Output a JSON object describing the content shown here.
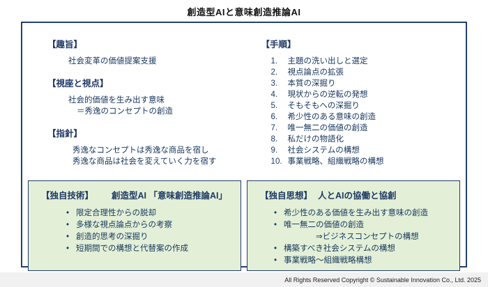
{
  "title": "創造型AIと意味創造推論AI",
  "colors": {
    "frame_border": "#24406e",
    "heading_text": "#1f3864",
    "body_text": "#17365d",
    "green_box_bg": "#e3f0d7",
    "green_box_border": "#203a6b",
    "footer_bg": "#f1f1f2"
  },
  "sections": {
    "purpose": {
      "heading": "【趣旨】",
      "lines": [
        "社会変革の価値提案支援"
      ]
    },
    "viewpoint": {
      "heading": "【視座と視点】",
      "lines": [
        "社会的価値を生み出す意味",
        "＝秀逸のコンセプトの創造"
      ]
    },
    "guideline": {
      "heading": "【指針】",
      "lines": [
        "秀逸なコンセプトは秀逸な商品を宿し",
        "秀逸な商品は社会を変えていく力を宿す"
      ]
    }
  },
  "procedure": {
    "heading": "【手順】",
    "steps": [
      {
        "num": "1.",
        "text": "主題の洗い出しと選定"
      },
      {
        "num": "2.",
        "text": "視点論点の拡張"
      },
      {
        "num": "3.",
        "text": "本質の深掘り"
      },
      {
        "num": "4.",
        "text": "現状からの逆転の発想"
      },
      {
        "num": "5.",
        "text": "そもそもへの深掘り"
      },
      {
        "num": "6.",
        "text": "希少性のある意味の創造"
      },
      {
        "num": "7.",
        "text": "唯一無二の価値の創造"
      },
      {
        "num": "8.",
        "text": "私だけの物語化"
      },
      {
        "num": "9.",
        "text": "社会システムの構想"
      },
      {
        "num": "10.",
        "text": "事業戦略、組織戦略の構想"
      }
    ]
  },
  "tech_box": {
    "heading": "【独自技術】",
    "subtitle": "創造型AI 「意味創造推論AI」",
    "items": [
      {
        "text": "限定合理性からの脱却"
      },
      {
        "text": "多様な視点論点からの考察"
      },
      {
        "text": "創造的思考の深掘り"
      },
      {
        "text": "短期間での構想と代替案の作成"
      }
    ]
  },
  "philosophy_box": {
    "heading": "【独自思想】",
    "subtitle": "人とAIの協働と協創",
    "items": [
      {
        "text": "希少性のある価値を生み出す意味の創造"
      },
      {
        "text": "唯一無二の価値の創造",
        "sub": "⇒ビジネスコンセプトの構想"
      },
      {
        "text": "構築すべき社会システムの構想"
      },
      {
        "text": "事業戦略～組織戦略構想"
      }
    ]
  },
  "footer": "All Rights Reserved Copyright © Sustainable Innovation Co., Ltd. 2025"
}
